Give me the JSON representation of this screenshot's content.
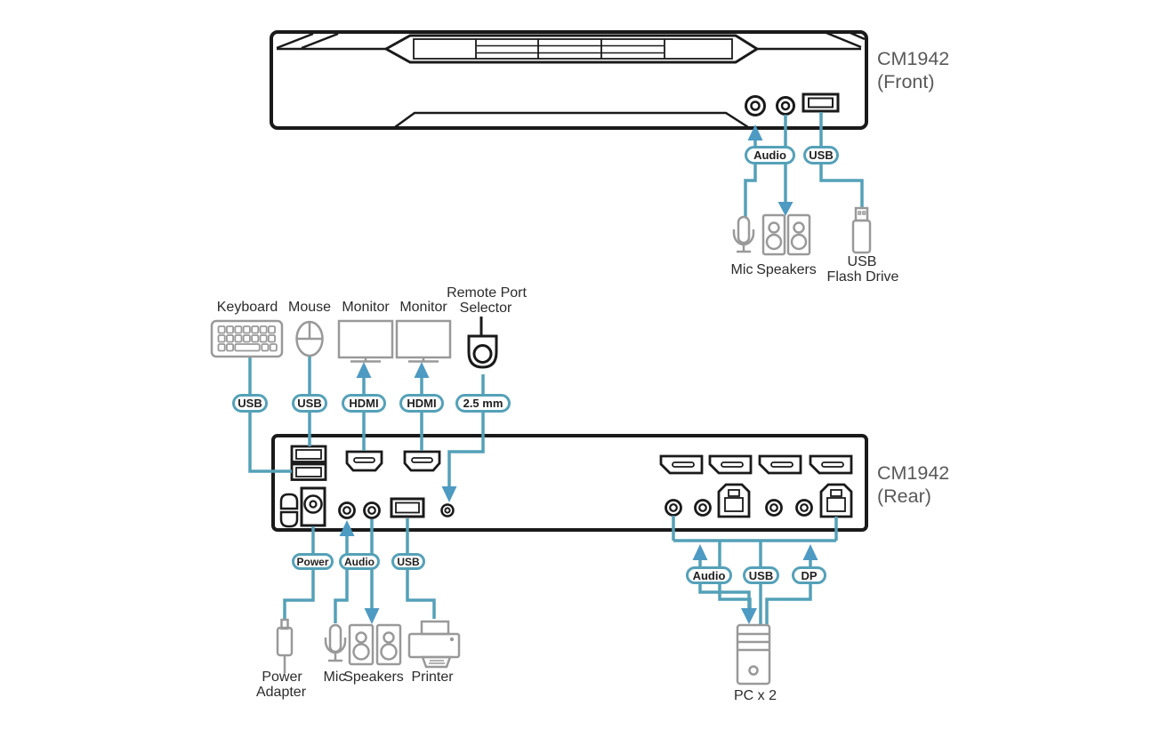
{
  "colors": {
    "line": "#54A1B8",
    "arrow": "#4D9AC3",
    "device_outline": "#1A1A1A",
    "peripheral_outline": "#999999",
    "label_text": "#2B2B2B",
    "device_label_text": "#595959",
    "badge_border": "#54A1B8",
    "badge_text": "#1F1F1F"
  },
  "front_device": {
    "model": "CM1942",
    "view": "(Front)"
  },
  "rear_device": {
    "model": "CM1942",
    "view": "(Rear)"
  },
  "badges": {
    "front_audio": "Audio",
    "front_usb": "USB",
    "keyboard_usb": "USB",
    "mouse_usb": "USB",
    "monitor1_hdmi": "HDMI",
    "monitor2_hdmi": "HDMI",
    "selector_25mm": "2.5 mm",
    "rear_power": "Power",
    "rear_audio": "Audio",
    "rear_usb": "USB",
    "pc_audio": "Audio",
    "pc_usb": "USB",
    "pc_dp": "DP"
  },
  "labels": {
    "front_mic": "Mic",
    "front_speakers": "Speakers",
    "usb_flash_line1": "USB",
    "usb_flash_line2": "Flash Drive",
    "keyboard": "Keyboard",
    "mouse": "Mouse",
    "monitor1": "Monitor",
    "monitor2": "Monitor",
    "selector_line1": "Remote Port",
    "selector_line2": "Selector",
    "power_adapter_line1": "Power",
    "power_adapter_line2": "Adapter",
    "rear_mic": "Mic",
    "rear_speakers": "Speakers",
    "printer": "Printer",
    "pc": "PC x 2"
  }
}
